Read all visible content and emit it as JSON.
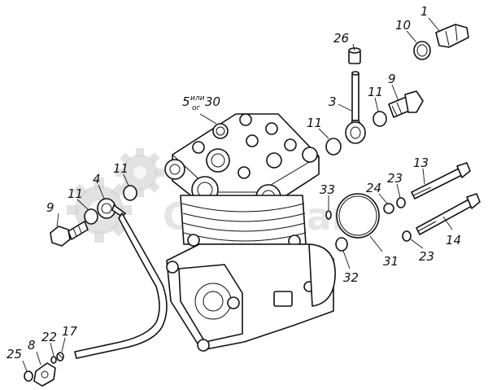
{
  "watermark": {
    "text": "СпецМаш"
  },
  "callouts": [
    {
      "id": "c1",
      "text": "1"
    },
    {
      "id": "c10",
      "text": "10"
    },
    {
      "id": "c26",
      "text": "26"
    },
    {
      "id": "c9a",
      "text": "9"
    },
    {
      "id": "c11a",
      "text": "11"
    },
    {
      "id": "c3",
      "text": "3"
    },
    {
      "id": "c5",
      "text": "5"
    },
    {
      "id": "c30",
      "text": "30"
    },
    {
      "id": "c11b",
      "text": "11"
    },
    {
      "id": "c11c",
      "text": "11"
    },
    {
      "id": "c4",
      "text": "4"
    },
    {
      "id": "c11d",
      "text": "11"
    },
    {
      "id": "c9b",
      "text": "9"
    },
    {
      "id": "c33",
      "text": "33"
    },
    {
      "id": "c24",
      "text": "24"
    },
    {
      "id": "c23a",
      "text": "23"
    },
    {
      "id": "c13",
      "text": "13"
    },
    {
      "id": "c14",
      "text": "14"
    },
    {
      "id": "c23b",
      "text": "23"
    },
    {
      "id": "c31",
      "text": "31"
    },
    {
      "id": "c32",
      "text": "32"
    },
    {
      "id": "c25",
      "text": "25"
    },
    {
      "id": "c8",
      "text": "8"
    },
    {
      "id": "c22",
      "text": "22"
    },
    {
      "id": "c17",
      "text": "17"
    }
  ],
  "label_5_note": {
    "top": "или",
    "bottom": "ог"
  }
}
